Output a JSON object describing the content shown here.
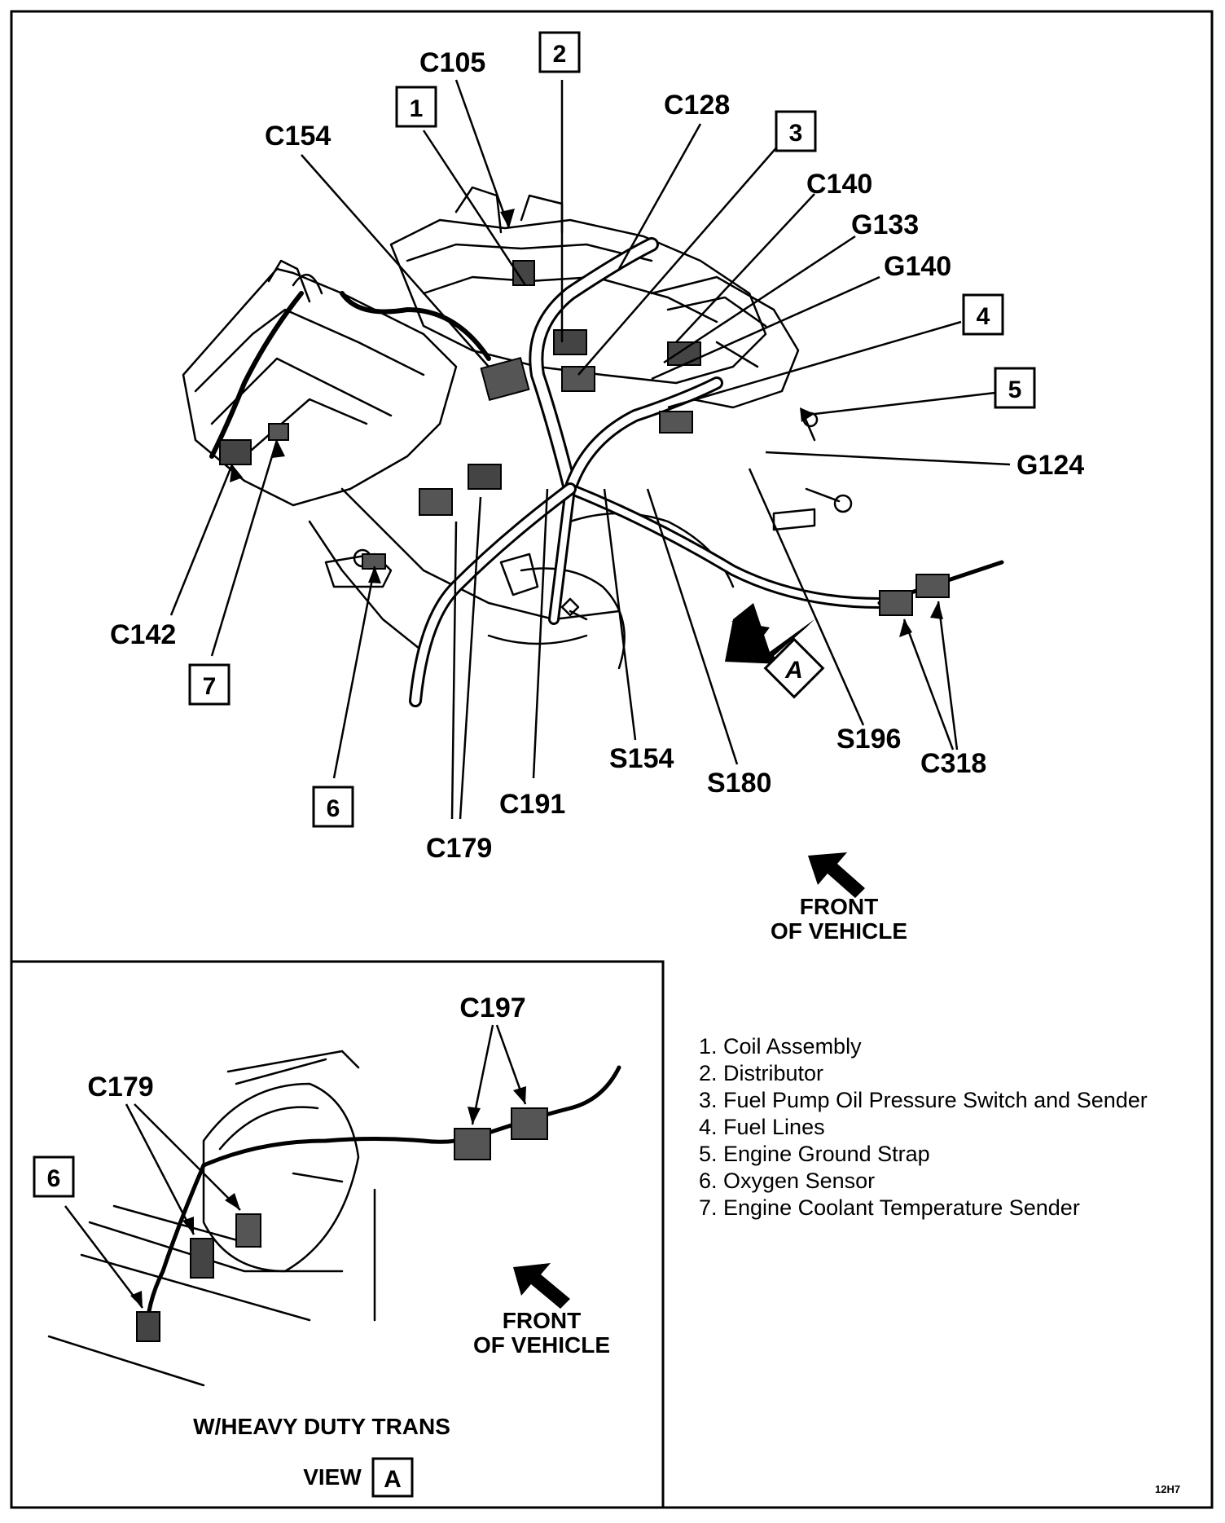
{
  "main_labels": [
    "C105",
    "C154",
    "C128",
    "C140",
    "G133",
    "G140",
    "G124",
    "C142",
    "S154",
    "S180",
    "S196",
    "C318",
    "C191",
    "C179"
  ],
  "callout_numbers": [
    "1",
    "2",
    "3",
    "4",
    "5",
    "6",
    "7"
  ],
  "view_a_marker": "A",
  "front_of_vehicle": [
    "FRONT",
    "OF VEHICLE"
  ],
  "inset": {
    "labels": [
      "C197",
      "C179"
    ],
    "callout_number": "6",
    "front_of_vehicle": [
      "FRONT",
      "OF VEHICLE"
    ],
    "caption": "W/HEAVY DUTY TRANS",
    "view_label": "VIEW",
    "view_letter": "A"
  },
  "legend": [
    "1. Coil Assembly",
    "2. Distributor",
    "3. Fuel Pump Oil Pressure Switch and Sender",
    "4. Fuel Lines",
    "5. Engine Ground Strap",
    "6. Oxygen Sensor",
    "7. Engine Coolant Temperature Sender"
  ],
  "figure_code": "12H7"
}
